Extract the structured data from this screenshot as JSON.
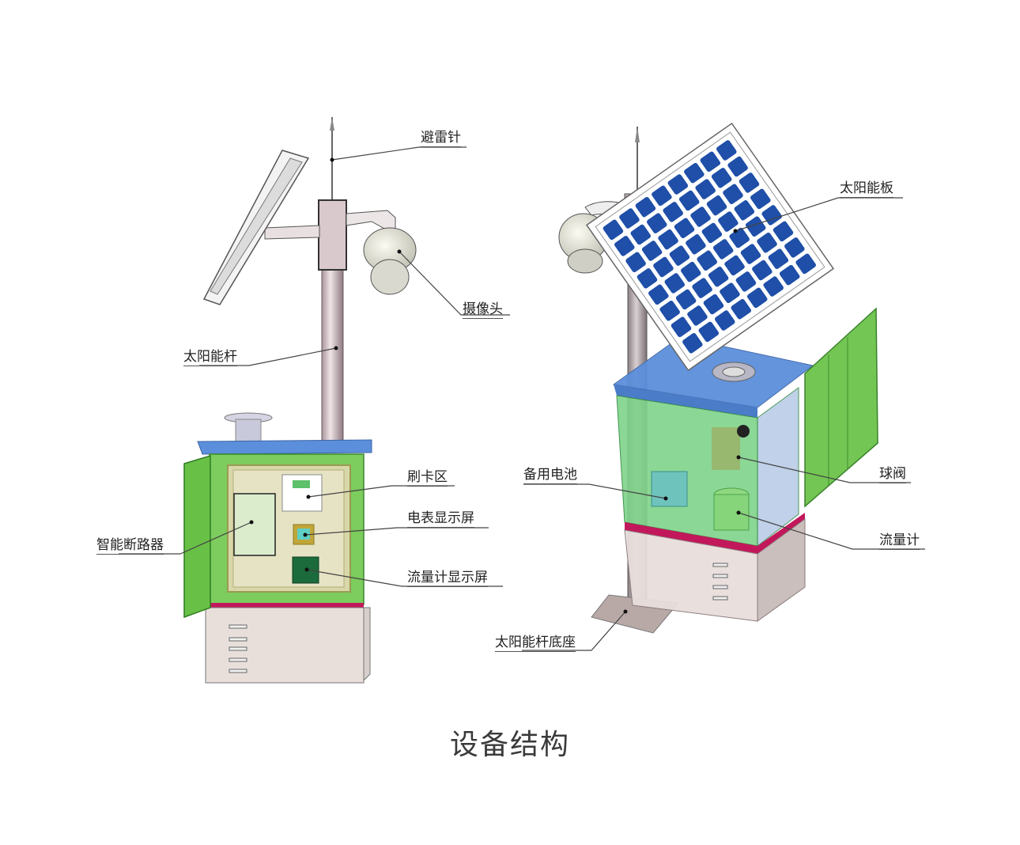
{
  "diagram": {
    "caption": "设备结构",
    "left_unit": {
      "labels": {
        "lightning_rod": "避雷针",
        "camera": "摄像头",
        "solar_pole": "太阳能杆",
        "card_area": "刷卡区",
        "meter_display": "电表显示屏",
        "smart_breaker": "智能断路器",
        "flowmeter_display": "流量计显示屏"
      }
    },
    "right_unit": {
      "labels": {
        "solar_panel": "太阳能板",
        "backup_battery": "备用电池",
        "ball_valve": "球阀",
        "flowmeter": "流量计",
        "pole_base": "太阳能杆底座"
      }
    },
    "colors": {
      "cabinet_green": "#5cc24a",
      "roof_blue": "#4a7fd0",
      "solar_cell_blue": "#1f4fa8",
      "band_magenta": "#c2185b",
      "pole": "#c9b5b8",
      "base_box": "#e6dcd8"
    }
  }
}
